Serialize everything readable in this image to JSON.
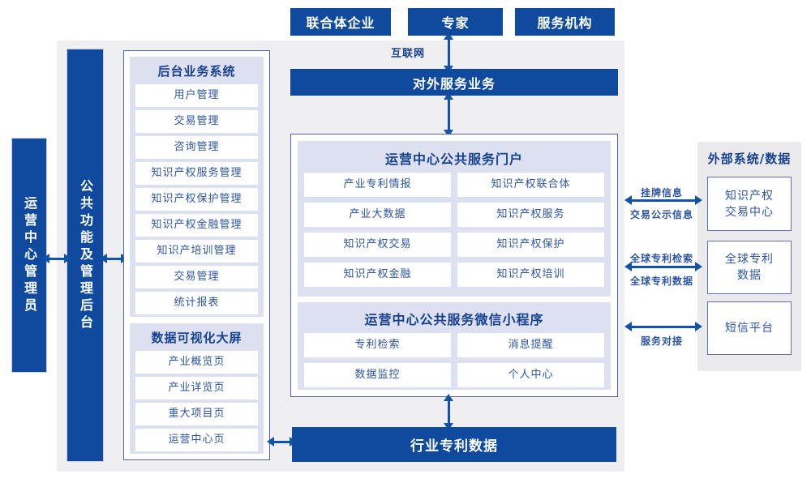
{
  "colors": {
    "primary_blue": "#0f4a9e",
    "arrow_blue": "#1253a8",
    "panel_lavender": "#dce0f0",
    "text_blue": "#2e55a3",
    "header_navy": "#16418f",
    "bg_gray": "#efeff1"
  },
  "top_actors": [
    {
      "label": "联合体企业"
    },
    {
      "label": "专家"
    },
    {
      "label": "服务机构"
    }
  ],
  "internet_label": "互联网",
  "external_service_bar": "对外服务业务",
  "left_bars": {
    "admin": "运营中心管理员",
    "backend": "公共功能及管理后台"
  },
  "backend_panel": {
    "title": "后台业务系统",
    "items": [
      "用户管理",
      "交易管理",
      "咨询管理",
      "知识产权服务管理",
      "知识产权保护管理",
      "知识产权金融管理",
      "知识产培训管理",
      "交易管理",
      "统计报表"
    ]
  },
  "dashboard_panel": {
    "title": "数据可视化大屏",
    "items": [
      "产业概览页",
      "产业详览页",
      "重大项目页",
      "运营中心页"
    ]
  },
  "portal_panel": {
    "title": "运营中心公共服务门户",
    "rows": [
      [
        "产业专利情报",
        "知识产权联合体"
      ],
      [
        "产业大数据",
        "知识产权服务"
      ],
      [
        "知识产权交易",
        "知识产权保护"
      ],
      [
        "知识产权金融",
        "知识产权培训"
      ]
    ]
  },
  "miniprogram_panel": {
    "title": "运营中心公共服务微信小程序",
    "rows": [
      [
        "专利检索",
        "消息提醒"
      ],
      [
        "数据监控",
        "个人中心"
      ]
    ]
  },
  "industry_data_bar": "行业专利数据",
  "external_panel": {
    "title": "外部系统/数据",
    "boxes": [
      {
        "lines": [
          "知识产权",
          "交易中心"
        ]
      },
      {
        "lines": [
          "全球专利",
          "数据"
        ]
      },
      {
        "lines": [
          "短信平台"
        ]
      }
    ]
  },
  "links": [
    {
      "top": "挂牌信息",
      "bottom": "交易公示信息"
    },
    {
      "top": "全球专利检索",
      "bottom": "全球专利数据"
    },
    {
      "top": "",
      "bottom": "服务对接"
    }
  ]
}
